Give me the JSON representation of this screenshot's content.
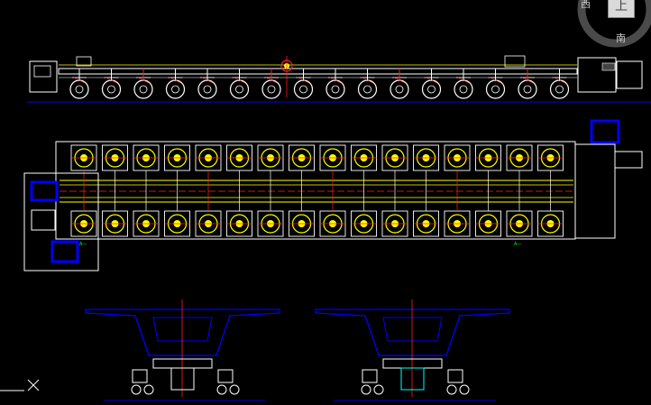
{
  "viewcube": {
    "west_label": "西",
    "top_label": "上",
    "south_label": "南"
  },
  "colors": {
    "background": "#000000",
    "model_white": "#ffffff",
    "model_yellow": "#ffff00",
    "model_red": "#ff2020",
    "model_blue": "#0000ff",
    "model_cyan": "#00ffff",
    "model_green": "#00ff00",
    "ground_line": "#0000cc"
  },
  "drawing": {
    "side_view_wheel_count": 16,
    "plan_view_axle_count": 16,
    "cross_section_count": 2,
    "plan_small_labels": [
      "A—",
      "A—"
    ]
  },
  "ucs": {
    "icon": "ucs-axis-icon"
  }
}
